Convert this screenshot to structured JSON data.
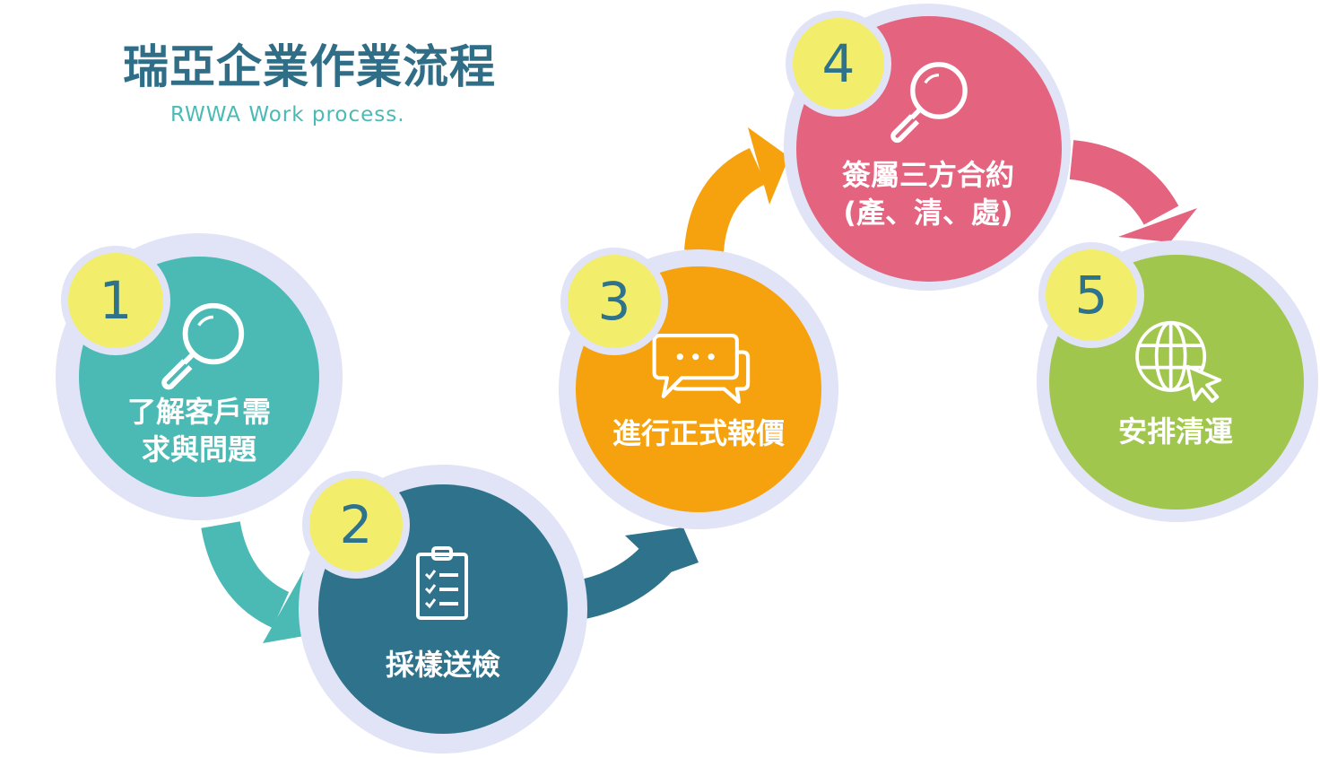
{
  "header": {
    "title": "瑞亞企業作業流程",
    "subtitle": "RWWA  Work process."
  },
  "colors": {
    "title": "#2f6e86",
    "subtitle": "#4bbab5",
    "step1": "#4bbab5",
    "step2": "#2e738b",
    "step3": "#f5a20e",
    "step4": "#e4637e",
    "step5": "#a0c64e",
    "badge": "#f2ee6c",
    "badge_text": "#2e738b",
    "halo": "#e1e3f6"
  },
  "steps": [
    {
      "number": "1",
      "icon": "magnifier-icon",
      "label_lines": [
        "了解客戶需",
        "求與問題"
      ]
    },
    {
      "number": "2",
      "icon": "clipboard-checklist-icon",
      "label_lines": [
        "採樣送檢"
      ]
    },
    {
      "number": "3",
      "icon": "chat-bubbles-icon",
      "label_lines": [
        "進行正式報價"
      ]
    },
    {
      "number": "4",
      "icon": "magnifier-icon",
      "label_lines": [
        "簽屬三方合約",
        "(產、清、處)"
      ]
    },
    {
      "number": "5",
      "icon": "globe-cursor-icon",
      "label_lines": [
        "安排清運"
      ]
    }
  ]
}
